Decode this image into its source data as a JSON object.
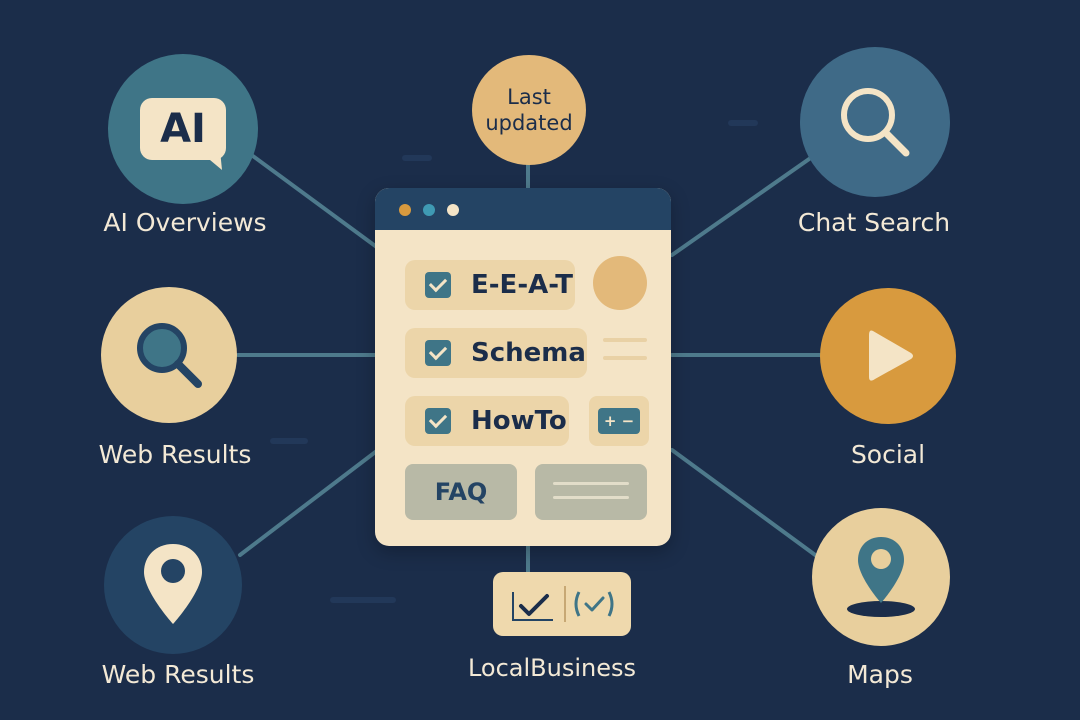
{
  "center": {
    "badge": "Last updated",
    "checklist": [
      "E-E-A-T",
      "Schema",
      "HowTo"
    ],
    "faq": "FAQ",
    "bottom_label": "LocalBusiness",
    "stepper_symbol": "+ −"
  },
  "nodes": [
    {
      "label": "AI Overviews",
      "icon": "ai-chat-icon",
      "icon_text": "AI"
    },
    {
      "label": "Chat Search",
      "icon": "search-icon"
    },
    {
      "label": "Web Results",
      "icon": "search-icon"
    },
    {
      "label": "Social",
      "icon": "play-icon"
    },
    {
      "label": "Web Results",
      "icon": "location-pin-icon"
    },
    {
      "label": "Maps",
      "icon": "map-pin-icon"
    }
  ],
  "colors": {
    "background": "#1b2d4a",
    "teal": "#3f7587",
    "sand": "#e8cf9d",
    "orange": "#d89a3e",
    "cream": "#f4e4c6",
    "navy": "#244464"
  }
}
